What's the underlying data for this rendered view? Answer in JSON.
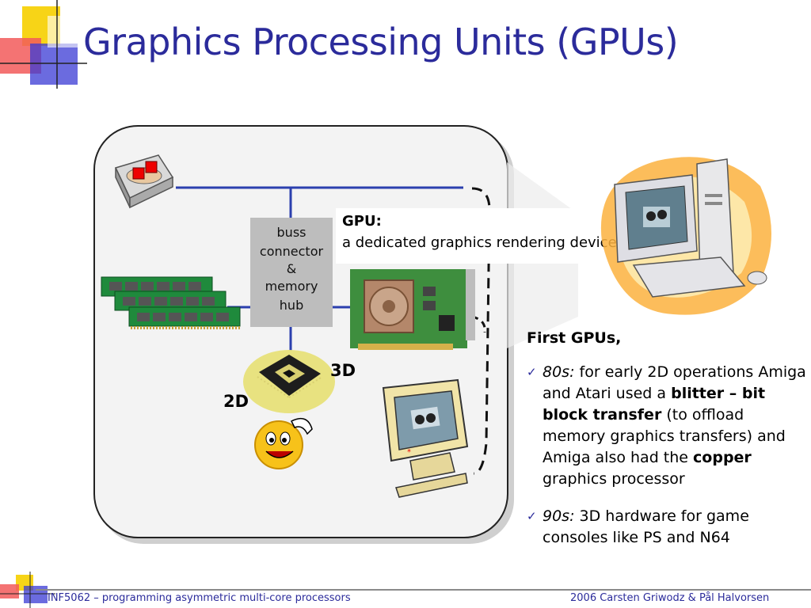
{
  "slide": {
    "title": "Graphics Processing Units (GPUs)"
  },
  "diagram": {
    "hub_lines": [
      "buss",
      "connector",
      "&",
      "memory",
      "hub"
    ],
    "gpu_title": "GPU:",
    "gpu_definition": "a dedicated graphics rendering device",
    "label_3d": "3D",
    "label_2d": "2D"
  },
  "content": {
    "heading": "First GPUs,",
    "bullet1": {
      "era": "80s:",
      "t1": " for early 2D operations Amiga and Atari used a ",
      "b1": "blitter – bit block transfer",
      "t2": " (to offload memory graphics transfers) and Amiga also had the ",
      "b2": "copper",
      "t3": " graphics processor"
    },
    "bullet2": {
      "era": "90s:",
      "t1": " 3D hardware for game consoles like PS and N64"
    }
  },
  "footer": {
    "left": "INF5062 – programming asymmetric multi-core processors",
    "right": "2006  Carsten Griwodz & Pål Halvorsen"
  },
  "colors": {
    "title": "#2b2b9b",
    "bus": "#2b3fae",
    "deco_yellow": "#f7d417",
    "deco_red": "#f25b5b",
    "deco_blue": "#3a3ad4"
  }
}
